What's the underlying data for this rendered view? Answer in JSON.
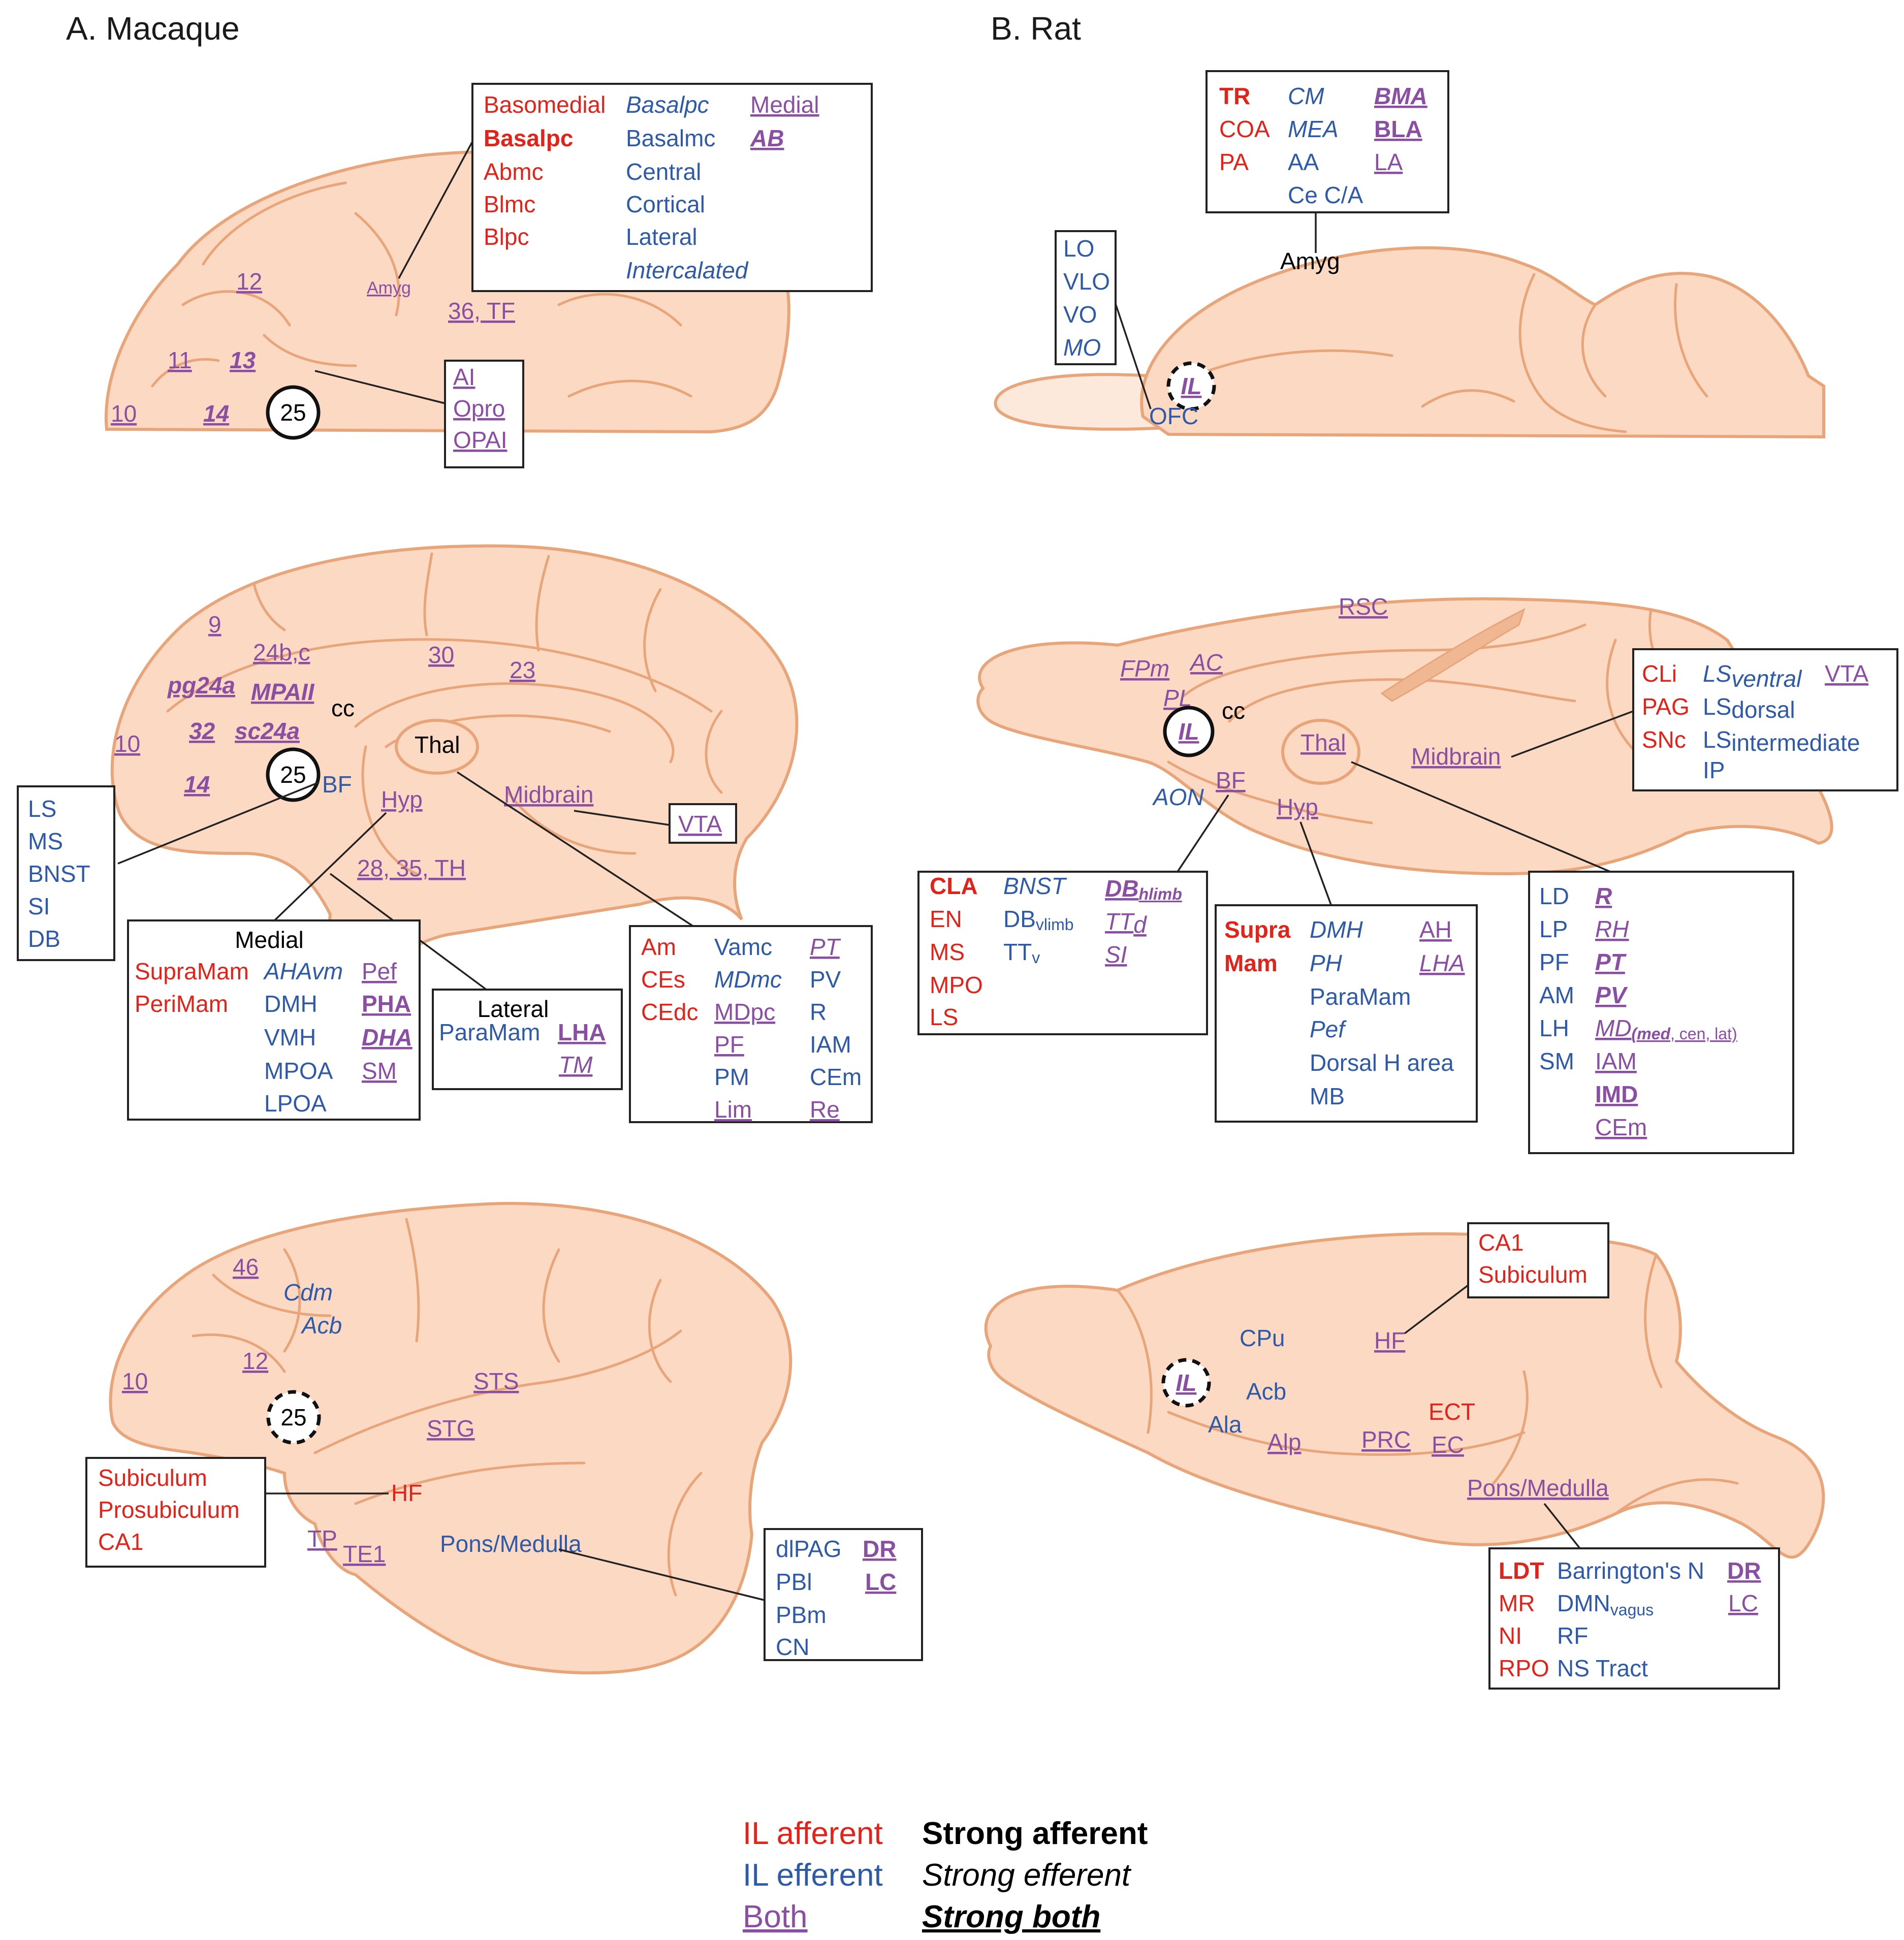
{
  "panels": {
    "macaque_title": "A. Macaque",
    "rat_title": "B. Rat"
  },
  "mac1": {
    "areas": [
      "12",
      "Amyg",
      "36, TF",
      "11",
      "13",
      "10",
      "14",
      "25"
    ],
    "amyg_box": {
      "c1": [
        "Basomedial",
        "Basalpc",
        "Abmc",
        "Blmc",
        "Blpc"
      ],
      "c2": [
        "Basalpc",
        "Basalmc",
        "Central",
        "Cortical",
        "Lateral",
        "Intercalated"
      ],
      "c3": [
        "Medial",
        "AB"
      ]
    },
    "insula_box": [
      "AI",
      "Opro",
      "OPAI"
    ]
  },
  "mac2": {
    "areas": [
      "9",
      "24b,c",
      "30",
      "23",
      "pg24a",
      "MPAII",
      "cc",
      "Thal",
      "32",
      "sc24a",
      "10",
      "25",
      "BF",
      "Hyp",
      "14",
      "Midbrain",
      "VTA",
      "28, 35, TH"
    ],
    "bf_box": [
      "LS",
      "MS",
      "BNST",
      "SI",
      "DB"
    ],
    "medial_box": {
      "title": "Medial",
      "c1": [
        "SupraMam",
        "PeriMam"
      ],
      "c2": [
        "AHAvm",
        "DMH",
        "VMH",
        "MPOA",
        "LPOA"
      ],
      "c3": [
        "Pef",
        "PHA",
        "DHA",
        "SM"
      ]
    },
    "lateral_box": {
      "title": "Lateral",
      "c1": [
        "ParaMam"
      ],
      "c2": [
        "LHA",
        "TM"
      ]
    },
    "thal_box": {
      "c1": [
        "Am",
        "CEs",
        "CEdc"
      ],
      "c2": [
        "Vamc",
        "MDmc",
        "MDpc",
        "PF",
        "PM",
        "Lim"
      ],
      "c3": [
        "PT",
        "PV",
        "R",
        "IAM",
        "CEm",
        "Re"
      ]
    }
  },
  "mac3": {
    "areas": [
      "46",
      "Cdm",
      "Acb",
      "12",
      "10",
      "25",
      "STS",
      "STG",
      "HF",
      "TP",
      "TE1",
      "Pons/Medulla"
    ],
    "hf_box": [
      "Subiculum",
      "Prosubiculum",
      "CA1"
    ],
    "pons_box": {
      "c1": [
        "dlPAG",
        "PBl",
        "PBm",
        "CN"
      ],
      "c2": [
        "DR",
        "LC"
      ]
    }
  },
  "rat1": {
    "areas": [
      "Amyg",
      "IL",
      "OFC"
    ],
    "amyg_box": {
      "c1": [
        "TR",
        "COA",
        "PA"
      ],
      "c2": [
        "CM",
        "MEA",
        "AA",
        "Ce C/A"
      ],
      "c3": [
        "BMA",
        "BLA",
        "LA"
      ]
    },
    "ofc_box": [
      "LO",
      "VLO",
      "VO",
      "MO"
    ]
  },
  "rat2": {
    "areas": [
      "RSC",
      "FPm",
      "AC",
      "PL",
      "IL",
      "cc",
      "Thal",
      "Midbrain",
      "AON",
      "BF",
      "Hyp"
    ],
    "midbrain_box": {
      "c1": [
        "CLi",
        "PAG",
        "SNc"
      ],
      "c2": [
        {
          "main": "LS",
          "sub": "ventral"
        },
        {
          "main": "LS",
          "sub": "dorsal"
        },
        {
          "main": "LS",
          "sub": "intermediate"
        },
        {
          "main": "IP",
          "sub": ""
        }
      ],
      "c3": [
        "VTA"
      ]
    },
    "bf_box": {
      "c1": [
        "CLA",
        "EN",
        "MS",
        "MPO",
        "LS"
      ],
      "c2": [
        {
          "main": "BNST",
          "sub": ""
        },
        {
          "main": "DB",
          "sub": "vlimb"
        },
        {
          "main": "TT",
          "sub": "v"
        }
      ],
      "c3": [
        {
          "main": "DB",
          "sub": "hlimb"
        },
        {
          "main": "TT",
          "sub": "d"
        },
        {
          "main": "SI",
          "sub": ""
        }
      ]
    },
    "hyp_box": {
      "c1": [
        "Supra",
        "Mam"
      ],
      "c2": [
        "DMH",
        "PH",
        "ParaMam",
        "Pef",
        "Dorsal H area",
        "MB"
      ],
      "c3": [
        "AH",
        "LHA"
      ]
    },
    "thal_box": {
      "c1": [
        "LD",
        "LP",
        "PF",
        "AM",
        "LH",
        "SM"
      ],
      "c2": [
        "R",
        "RH",
        "PT",
        "PV",
        "MD",
        "IAM",
        "IMD",
        "CEm"
      ],
      "md_sub": [
        "(med",
        ", cen, lat)"
      ]
    }
  },
  "rat3": {
    "areas": [
      "CPu",
      "HF",
      "IL",
      "Acb",
      "Ala",
      "Alp",
      "PRC",
      "ECT",
      "EC",
      "Pons/Medulla"
    ],
    "hf_box": [
      "CA1",
      "Subiculum"
    ],
    "pons_box": {
      "c1": [
        "LDT",
        "MR",
        "NI",
        "RPO"
      ],
      "c2": [
        {
          "main": "Barrington's N",
          "sub": ""
        },
        {
          "main": "DMN",
          "sub": "vagus"
        },
        {
          "main": "RF",
          "sub": ""
        },
        {
          "main": "NS Tract",
          "sub": ""
        }
      ],
      "c3": [
        "DR",
        "LC"
      ]
    }
  },
  "legend": {
    "col1": [
      "IL afferent",
      "IL efferent",
      "Both"
    ],
    "col2": [
      "Strong afferent",
      "Strong efferent",
      "Strong both"
    ]
  },
  "colors": {
    "afferent": "#e2231a",
    "efferent": "#2e5aa7",
    "both": "#8a4fa3",
    "brain_fill": "#fcd9c2",
    "brain_outline": "#e9a57a"
  }
}
